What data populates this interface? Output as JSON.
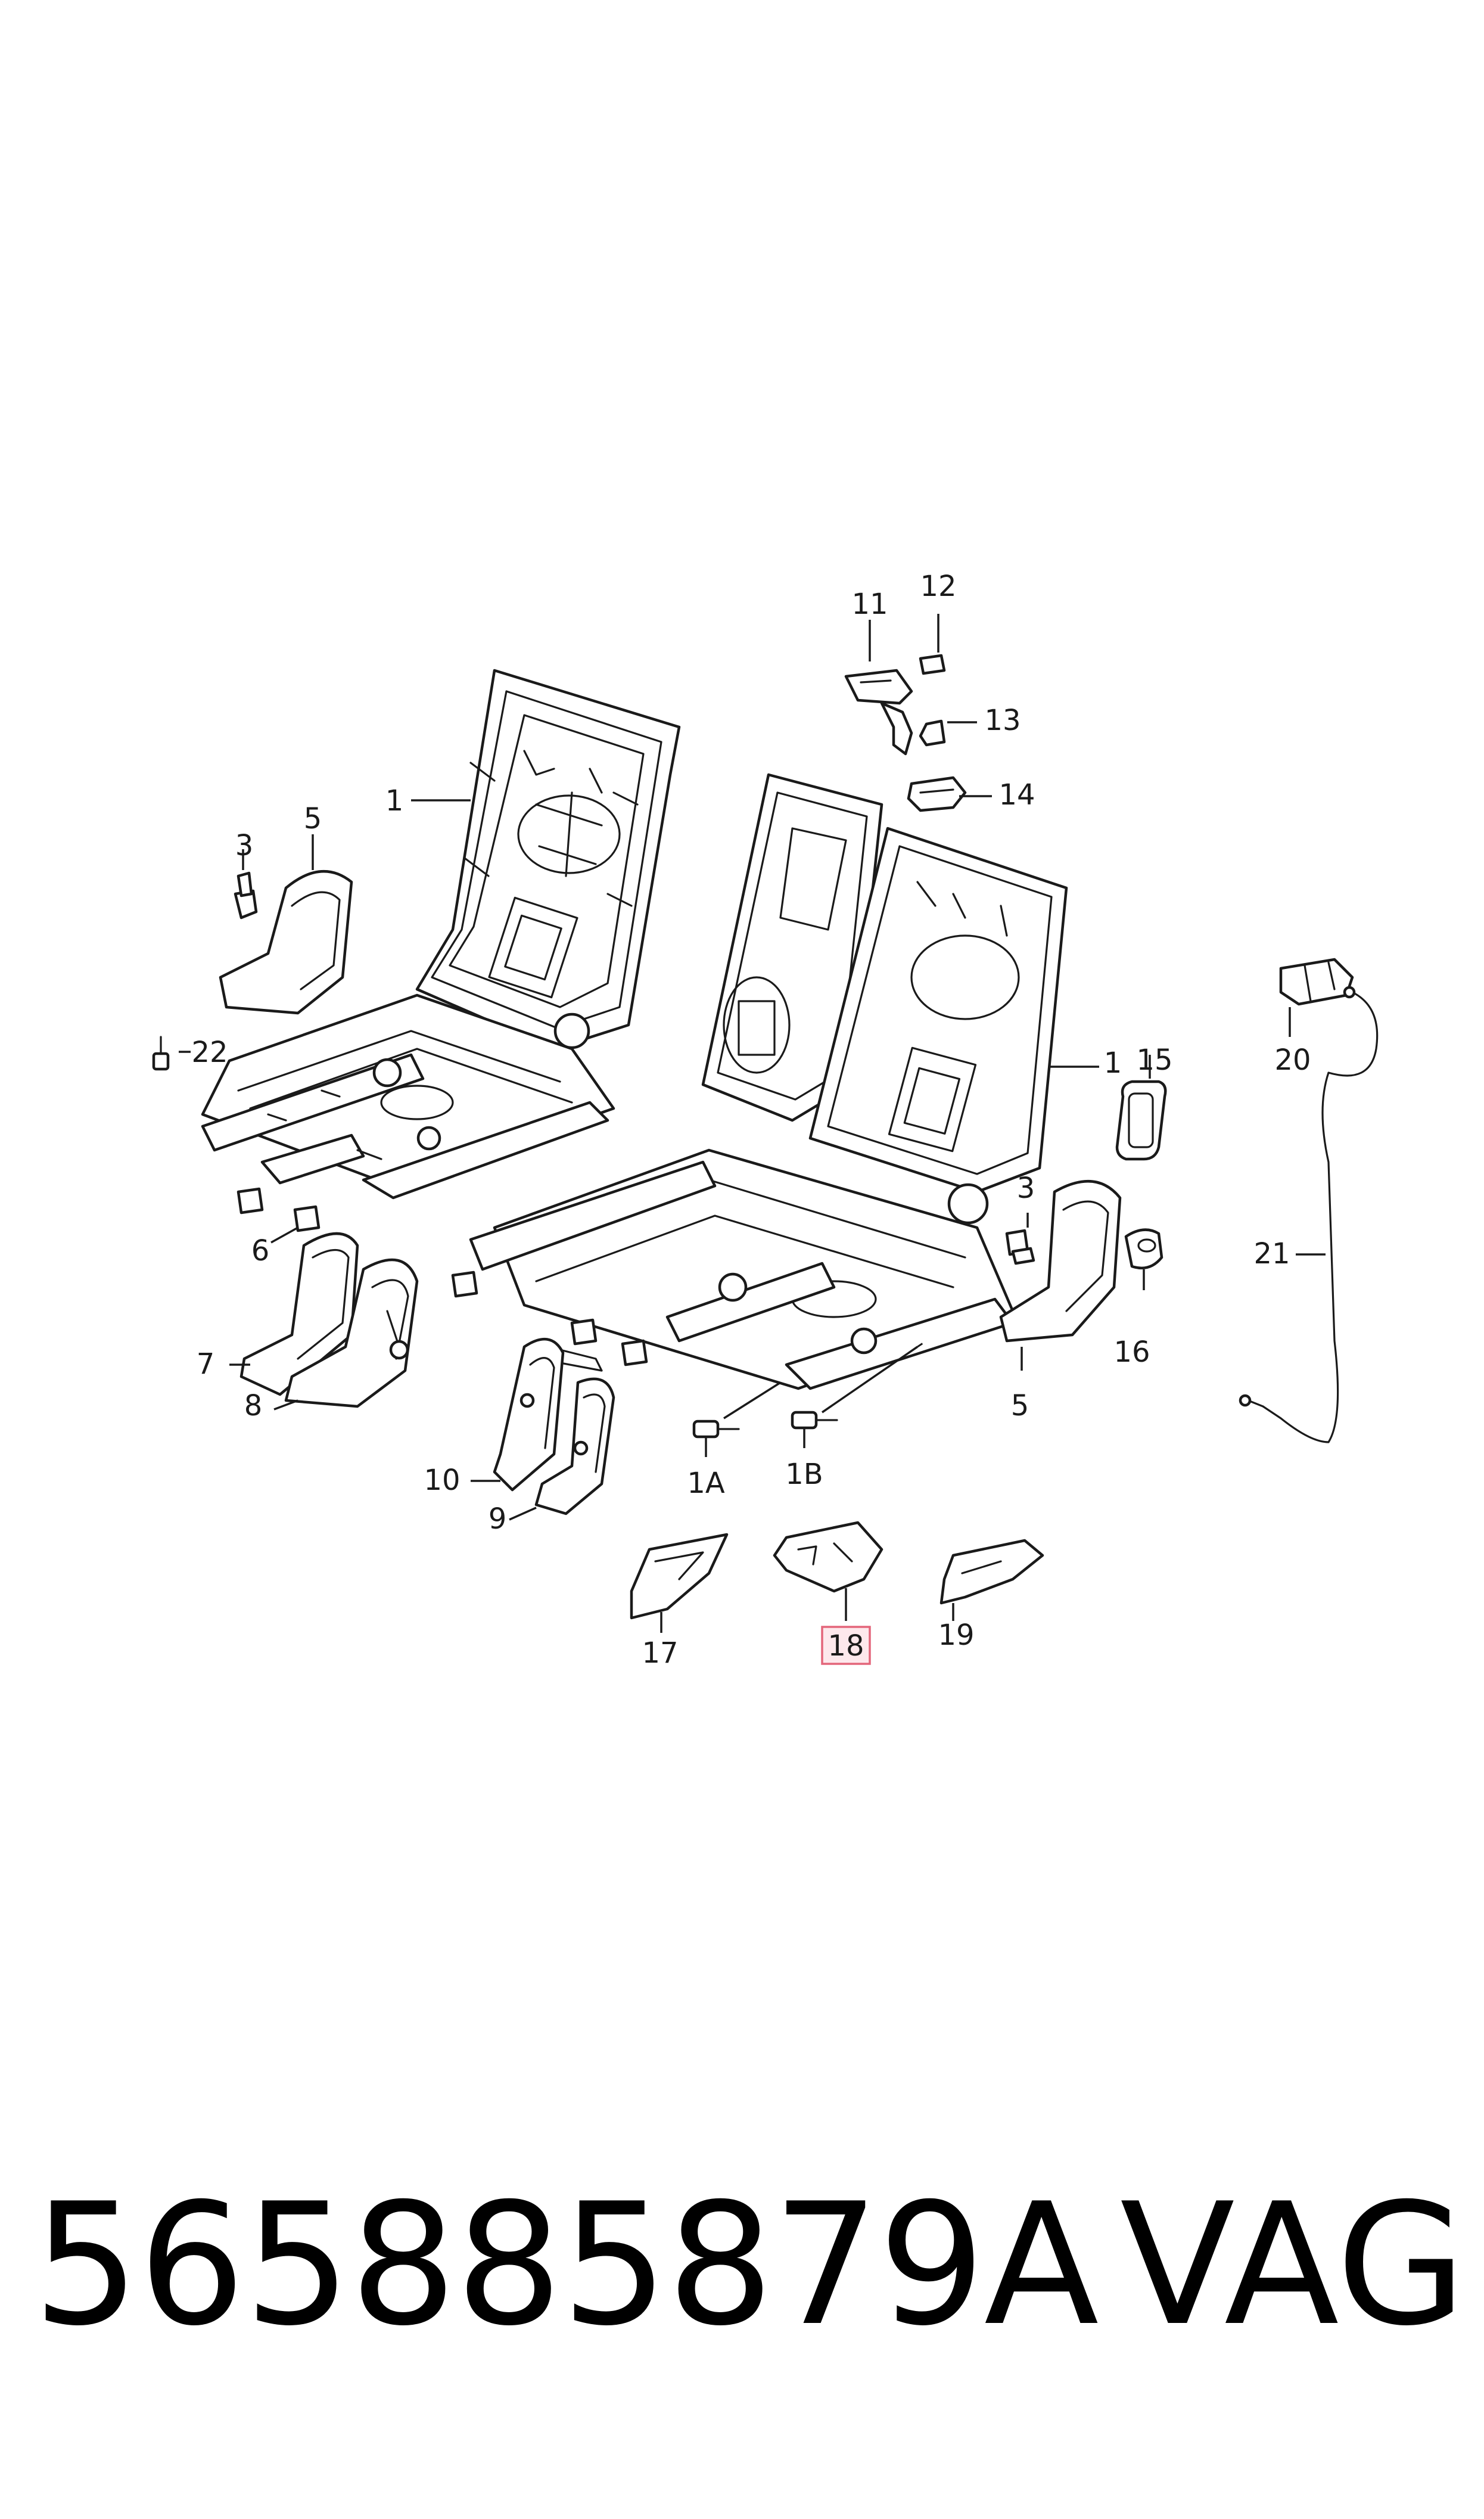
{
  "diagram": {
    "callouts": {
      "c1_left": "1",
      "c1_right": "1",
      "c1A": "1A",
      "c1B": "1B",
      "c3_left": "3",
      "c3_right": "3",
      "c5_left": "5",
      "c5_right": "5",
      "c6": "6",
      "c7": "7",
      "c8": "8",
      "c9": "9",
      "c10": "10",
      "c11": "11",
      "c12": "12",
      "c13": "13",
      "c14": "14",
      "c15": "15",
      "c16": "16",
      "c17": "17",
      "c18": "18",
      "c19": "19",
      "c20": "20",
      "c21": "21",
      "c22": "22"
    },
    "highlighted_callout": "18",
    "highlight_color": "#e3657a"
  },
  "footer": {
    "part_number": "565885879A",
    "brand": "VAG"
  }
}
